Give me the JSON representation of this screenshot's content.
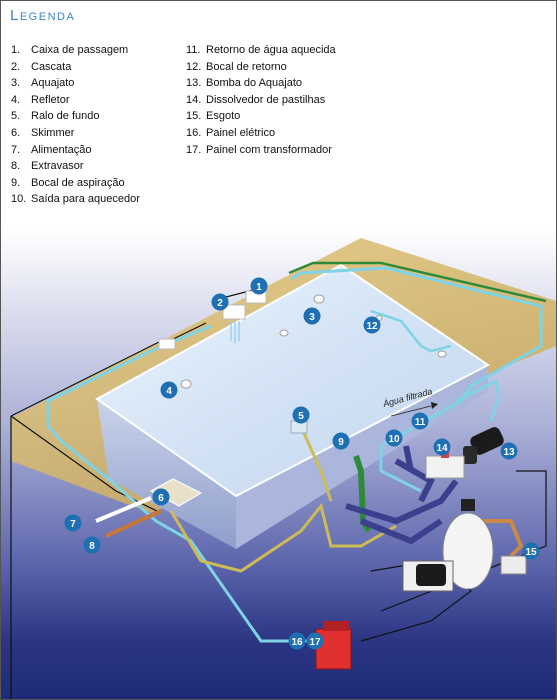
{
  "legend": {
    "title": "Legenda",
    "items": [
      {
        "num": "1.",
        "label": "Caixa de passagem"
      },
      {
        "num": "2.",
        "label": "Cascata"
      },
      {
        "num": "3.",
        "label": "Aquajato"
      },
      {
        "num": "4.",
        "label": "Refletor"
      },
      {
        "num": "5.",
        "label": "Ralo de fundo"
      },
      {
        "num": "6.",
        "label": "Skimmer"
      },
      {
        "num": "7.",
        "label": "Alimentação"
      },
      {
        "num": "8.",
        "label": "Extravasor"
      },
      {
        "num": "9.",
        "label": "Bocal de aspiração"
      },
      {
        "num": "10.",
        "label": "Saída para aquecedor"
      },
      {
        "num": "11.",
        "label": "Retorno de água aquecida"
      },
      {
        "num": "12.",
        "label": "Bocal de retorno"
      },
      {
        "num": "13.",
        "label": "Bomba do Aquajato"
      },
      {
        "num": "14.",
        "label": "Dissolvedor de pastilhas"
      },
      {
        "num": "15.",
        "label": "Esgoto"
      },
      {
        "num": "16.",
        "label": "Painel elétrico"
      },
      {
        "num": "17.",
        "label": "Painel com transformador"
      }
    ]
  },
  "diagram": {
    "flow_label": "Água filtrada",
    "markers": [
      "1",
      "2",
      "3",
      "4",
      "5",
      "6",
      "7",
      "8",
      "9",
      "10",
      "11",
      "12",
      "13",
      "14",
      "15",
      "16",
      "17"
    ]
  },
  "colors": {
    "deck": "#d7b869",
    "pool_water": "#d8e6f6",
    "pipe_return": "#7fd3e6",
    "pipe_suction": "#cdbb55",
    "pipe_green": "#2e8a3a",
    "pipe_manifold": "#3a3f8e",
    "badge": "#1f6fb3",
    "legend_title": "#3a83c7"
  }
}
